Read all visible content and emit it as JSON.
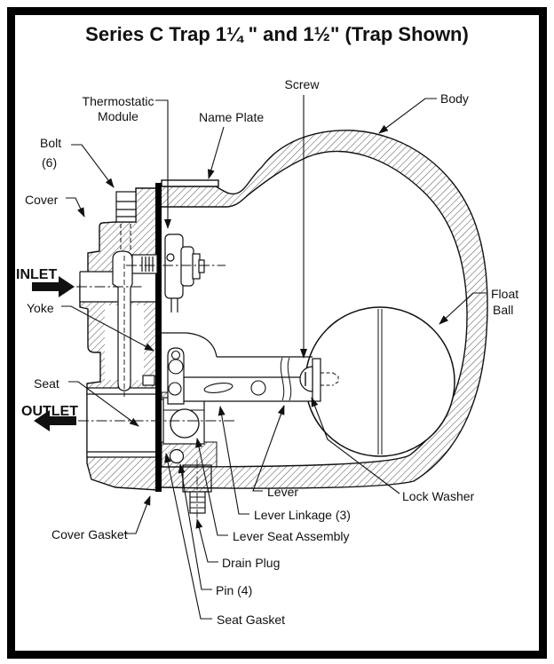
{
  "title": "Series C Trap 1¼ \" and 1½\" (Trap Shown)",
  "labels": {
    "thermostatic_1": "Thermostatic",
    "thermostatic_2": "Module",
    "screw": "Screw",
    "name_plate": "Name Plate",
    "body": "Body",
    "bolt_1": "Bolt",
    "bolt_2": "(6)",
    "cover": "Cover",
    "inlet": "INLET",
    "yoke": "Yoke",
    "float_1": "Float",
    "float_2": "Ball",
    "seat": "Seat",
    "outlet": "OUTLET",
    "lever": "Lever",
    "lock_washer": "Lock Washer",
    "lever_linkage": "Lever Linkage (3)",
    "cover_gasket": "Cover Gasket",
    "lever_seat_assembly": "Lever Seat Assembly",
    "drain_plug": "Drain Plug",
    "pin": "Pin (4)",
    "seat_gasket": "Seat Gasket"
  },
  "colors": {
    "line": "#111111",
    "background": "#ffffff"
  }
}
